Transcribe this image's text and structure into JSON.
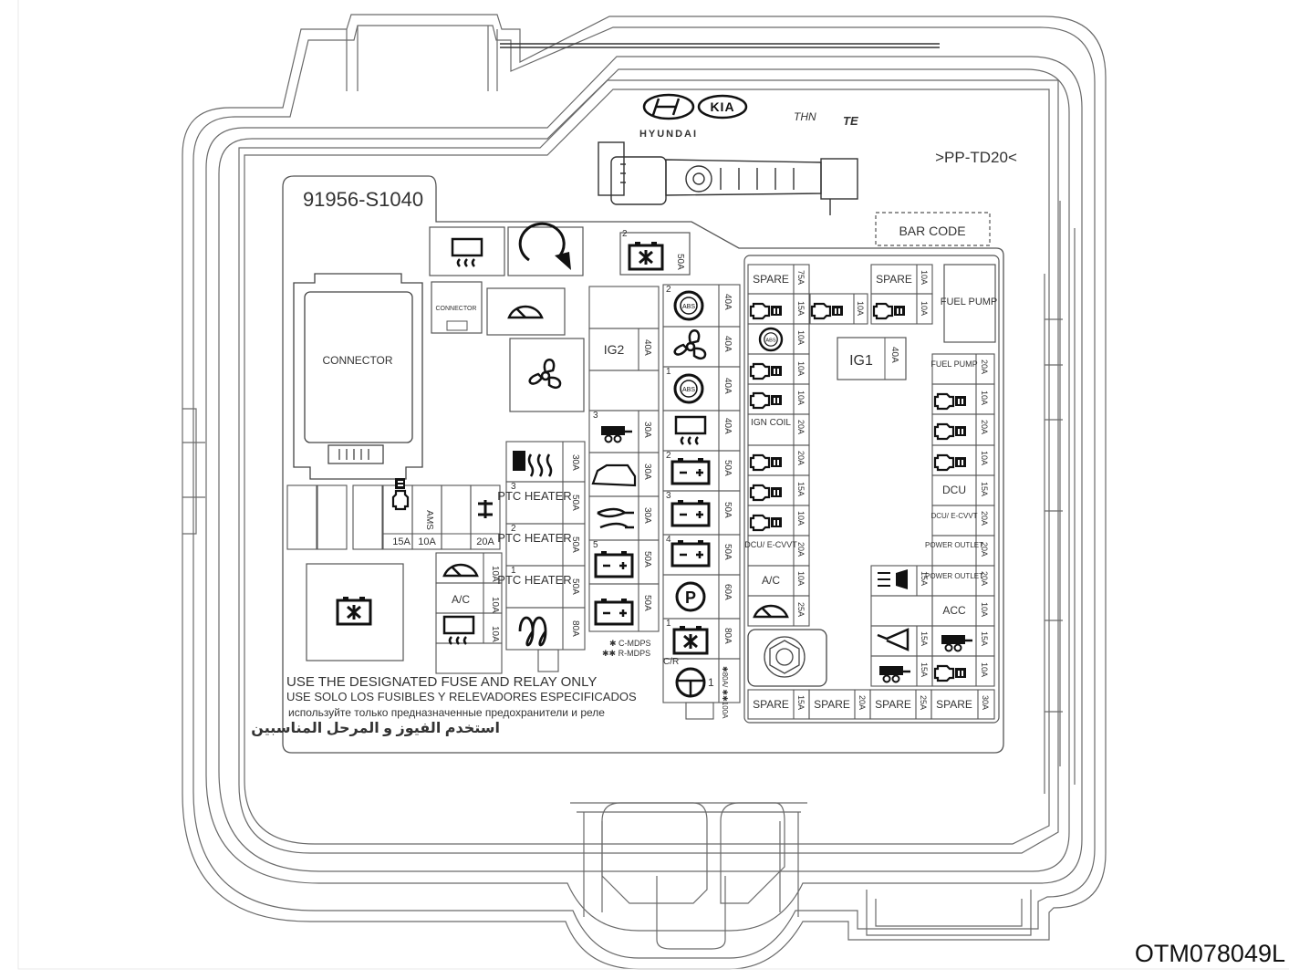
{
  "part_number": "91956-S1040",
  "box_code": ">PP-TD20<",
  "brand_hyundai": "HYUNDAI",
  "bar_code": "BAR CODE",
  "big_connector": "CONNECTOR",
  "small_connector": "CONNECTOR",
  "mfr_marks": [
    "THN",
    "TE"
  ],
  "fuse_labels": {
    "spare": "SPARE",
    "fuel_pump": "FUEL PUMP",
    "ig1": "IG1",
    "ig2": "IG2",
    "ign_coil": "IGN COIL",
    "dcu": "DCU",
    "dcu_ecvvt": "DCU/ E-CVVT",
    "ac": "A/C",
    "power_outlet": "POWER OUTLET",
    "acc": "ACC",
    "ptc_heater": "PTC HEATER",
    "ams": "AMS",
    "cr": "C/R",
    "mdps_c": "✱ C-MDPS",
    "mdps_r": "✱✱ R-MDPS"
  },
  "ratings": [
    "10A",
    "15A",
    "20A",
    "25A",
    "30A",
    "40A",
    "50A",
    "60A",
    "80A",
    "75A",
    "✱80A/ ✱✱100A"
  ],
  "warnings": [
    "USE THE DESIGNATED FUSE AND RELAY ONLY",
    "USE SOLO LOS FUSIBLES Y RELEVADORES ESPECIFICADOS",
    "используйте только предназначенные предохранители и реле",
    "استخدم الفيوز و المرحل المناسبين"
  ],
  "figure_code": "OTM078049L"
}
